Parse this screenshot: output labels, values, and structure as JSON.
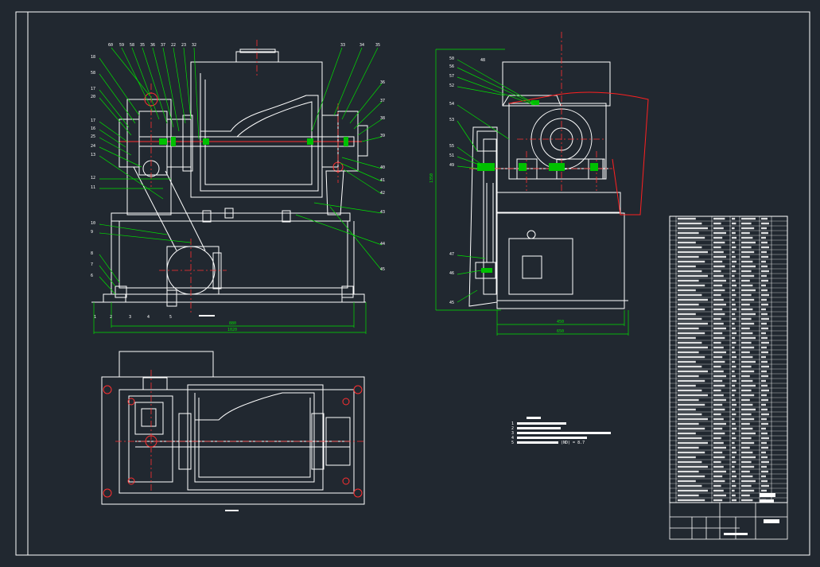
{
  "drawing": {
    "colors": {
      "background": "#212830",
      "line": "#ffffff",
      "leader": "#00e000",
      "centerline": "#ff3030",
      "section_red": "#ff2020",
      "dimension": "#00e000"
    },
    "front_view": {
      "labels_top": [
        "60",
        "59",
        "58",
        "35",
        "36",
        "37",
        "22",
        "23",
        "32"
      ],
      "labels_top_right": [
        "33",
        "34",
        "35"
      ],
      "labels_left": [
        "18",
        "58",
        "17",
        "20",
        "17",
        "16",
        "25",
        "24",
        "13",
        "12",
        "11",
        "10",
        "9",
        "8",
        "7",
        "6"
      ],
      "labels_right": [
        "36",
        "37",
        "38",
        "39",
        "40",
        "41",
        "42",
        "43",
        "44",
        "45"
      ],
      "labels_bottom": [
        "1",
        "2",
        "3",
        "4",
        "5"
      ],
      "dim_inner": "880",
      "dim_outer": "1020",
      "caption": "A-A"
    },
    "side_view": {
      "labels_left": [
        "50",
        "56",
        "57",
        "52",
        "54",
        "53",
        "55",
        "51",
        "49",
        "47",
        "46"
      ],
      "label_top": "48",
      "dim_height": "1350",
      "dim_width1": "450",
      "dim_width2": "650"
    },
    "top_view": {
      "caption": "B"
    },
    "notes": {
      "items": [
        "1",
        "2",
        "3",
        "4",
        "5"
      ],
      "tail_text": "(ND) = 8.7"
    },
    "bom": {
      "rows_visible": 60
    }
  }
}
